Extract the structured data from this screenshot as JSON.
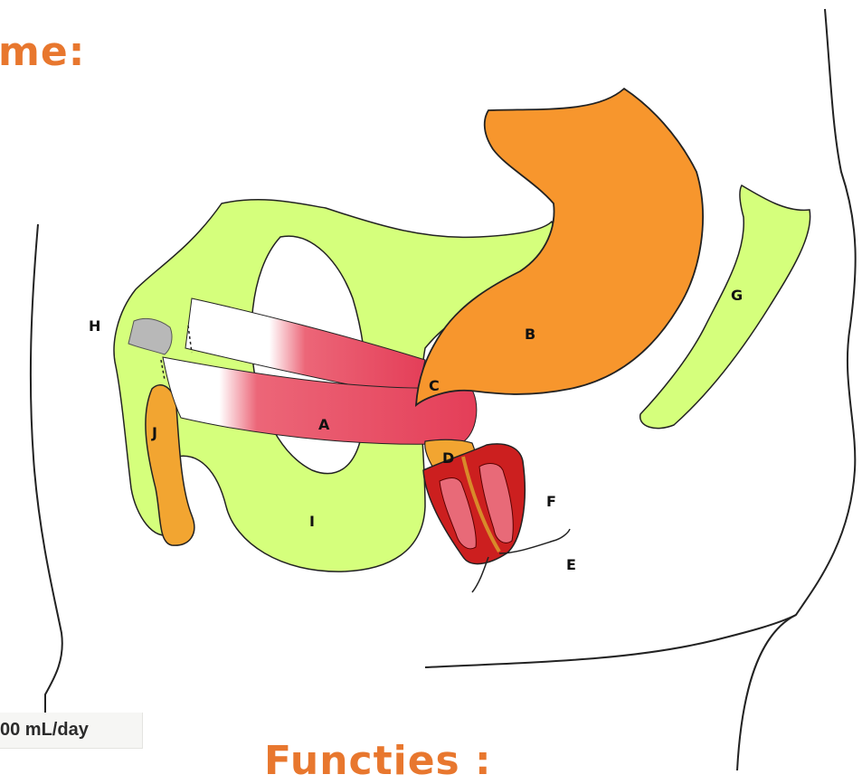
{
  "title_fragment": "me:",
  "bottom_heading": "Functies :",
  "volume_note": "00 mL/day",
  "labels": {
    "A": "A",
    "B": "B",
    "C": "C",
    "D": "D",
    "E": "E",
    "F": "F",
    "G": "G",
    "H": "H",
    "I": "I",
    "J": "J"
  },
  "colors": {
    "bone": "#d5ff7c",
    "organ_orange": "#f7962d",
    "prostate_orange": "#f2a531",
    "muscle_red": "#e84d63",
    "penis_red": "#cc1f1f",
    "cartilage_grey": "#b8b8b8",
    "title_orange": "#e8772e"
  }
}
